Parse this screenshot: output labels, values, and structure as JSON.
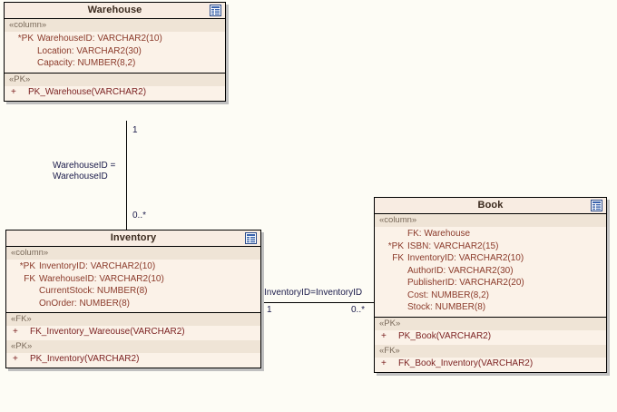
{
  "diagram": {
    "type": "uml-class-diagram",
    "background_color": "#fdfcf5",
    "class_fill_color": "#fbf2e8",
    "header_fill_color": "#f8ece2",
    "stereotype_band_color": "#efe4d6",
    "border_color": "#000000",
    "attribute_text_color": "#8b3a2a",
    "operation_text_color": "#7a1f1f",
    "connector_text_color": "#1a1a4a"
  },
  "classes": {
    "warehouse": {
      "title": "Warehouse",
      "icon": "table-icon",
      "column_stereotype": "«column»",
      "attributes": [
        {
          "key": "*PK",
          "name": "WarehouseID:  VARCHAR2(10)"
        },
        {
          "key": "",
          "name": "Location:  VARCHAR2(30)"
        },
        {
          "key": "",
          "name": "Capacity:  NUMBER(8,2)"
        }
      ],
      "operation_groups": [
        {
          "stereotype": "«PK»",
          "operations": [
            {
              "visibility": "+",
              "name": "PK_Warehouse(VARCHAR2)"
            }
          ]
        }
      ]
    },
    "inventory": {
      "title": "Inventory",
      "icon": "table-icon",
      "column_stereotype": "«column»",
      "attributes": [
        {
          "key": "*PK",
          "name": "InventoryID:  VARCHAR2(10)"
        },
        {
          "key": "FK",
          "name": "WarehouseID:  VARCHAR2(10)"
        },
        {
          "key": "",
          "name": "CurrentStock:  NUMBER(8)"
        },
        {
          "key": "",
          "name": "OnOrder:  NUMBER(8)"
        }
      ],
      "operation_groups": [
        {
          "stereotype": "«FK»",
          "operations": [
            {
              "visibility": "+",
              "name": "FK_Inventory_Wareouse(VARCHAR2)"
            }
          ]
        },
        {
          "stereotype": "«PK»",
          "operations": [
            {
              "visibility": "+",
              "name": "PK_Inventory(VARCHAR2)"
            }
          ]
        }
      ]
    },
    "book": {
      "title": "Book",
      "icon": "table-icon",
      "column_stereotype": "«column»",
      "attributes": [
        {
          "key": "",
          "name": "FK:  Warehouse"
        },
        {
          "key": "*PK",
          "name": "ISBN:  VARCHAR2(15)"
        },
        {
          "key": "FK",
          "name": "InventoryID:  VARCHAR2(10)"
        },
        {
          "key": "",
          "name": "AuthorID:  VARCHAR2(30)"
        },
        {
          "key": "",
          "name": "PublisherID:  VARCHAR2(20)"
        },
        {
          "key": "",
          "name": "Cost:  NUMBER(8,2)"
        },
        {
          "key": "",
          "name": "Stock:  NUMBER(8)"
        }
      ],
      "operation_groups": [
        {
          "stereotype": "«PK»",
          "operations": [
            {
              "visibility": "+",
              "name": "PK_Book(VARCHAR2)"
            }
          ]
        },
        {
          "stereotype": "«FK»",
          "operations": [
            {
              "visibility": "+",
              "name": "FK_Book_Inventory(VARCHAR2)"
            }
          ]
        }
      ]
    }
  },
  "connectors": {
    "warehouse_inventory": {
      "label_line1": "WarehouseID =",
      "label_line2": "WarehouseID",
      "source_multiplicity": "1",
      "target_multiplicity": "0..*"
    },
    "inventory_book": {
      "label": "InventoryID=InventoryID",
      "source_multiplicity": "1",
      "target_multiplicity": "0..*"
    }
  }
}
